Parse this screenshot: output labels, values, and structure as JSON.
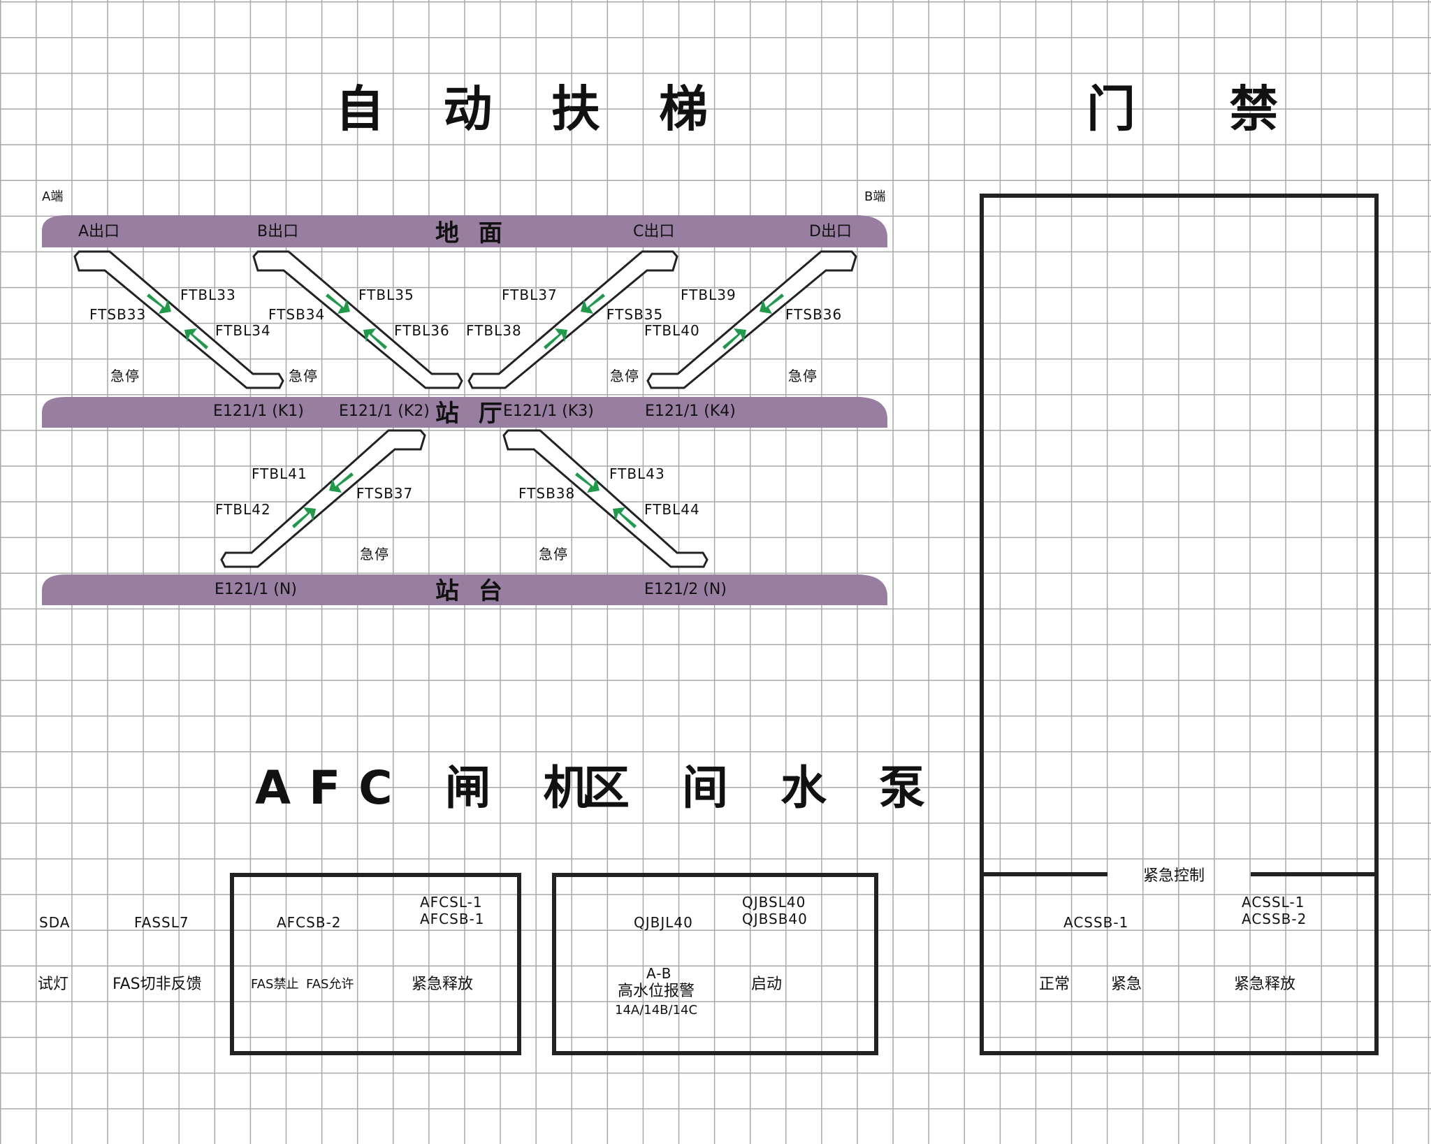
{
  "sections": {
    "escalator_title": "自 动 扶 梯",
    "access_title": "门 禁",
    "afc_title": "AFC 闸 机",
    "pump_title": "区 间 水 泵"
  },
  "ends": {
    "a": "A端",
    "b": "B端"
  },
  "bands": {
    "ground": "地 面",
    "hall": "站 厅",
    "platform": "站 台"
  },
  "exits": [
    "A出口",
    "B出口",
    "C出口",
    "D出口"
  ],
  "hall_escalators": [
    {
      "id": "E121/1 (K1)",
      "bl_up": "FTBL33",
      "sb": "FTSB33",
      "bl_down": "FTBL34",
      "stop": "急停"
    },
    {
      "id": "E121/1 (K2)",
      "bl_up": "FTBL35",
      "sb": "FTSB34",
      "bl_down": "FTBL36",
      "stop": "急停"
    },
    {
      "id": "E121/1 (K3)",
      "bl_up": "FTBL37",
      "sb": "FTSB35",
      "bl_down": "FTBL38",
      "stop": "急停"
    },
    {
      "id": "E121/1 (K4)",
      "bl_up": "FTBL39",
      "sb": "FTSB36",
      "bl_down": "FTBL40",
      "stop": "急停"
    }
  ],
  "platform_escalators": [
    {
      "id": "E121/1 (N)",
      "bl_up": "FTBL41",
      "sb": "FTSB37",
      "bl_down": "FTBL42",
      "stop": "急停"
    },
    {
      "id": "E121/2 (N)",
      "bl_up": "FTBL43",
      "sb": "FTSB38",
      "bl_down": "FTBL44",
      "stop": "急停"
    }
  ],
  "fas": {
    "sda": "SDA",
    "fassl": "FASSL7",
    "lamp_test": "试灯",
    "feedback": "FAS切非反馈"
  },
  "afc": {
    "sb2": "AFCSB-2",
    "sl1": "AFCSL-1",
    "sb1": "AFCSB-1",
    "forbid": "FAS禁止",
    "allow": "FAS允许",
    "release": "紧急释放"
  },
  "pump": {
    "jl": "QJBJL40",
    "bsl": "QJBSL40",
    "bsb": "QJBSB40",
    "ab": "A-B",
    "alarm": "高水位报警",
    "codes": "14A/14B/14C",
    "start": "启动"
  },
  "access": {
    "emergency_control": "紧急控制",
    "sb1": "ACSSB-1",
    "sl1": "ACSSL-1",
    "sb2": "ACSSB-2",
    "normal": "正常",
    "emergency": "紧急",
    "release": "紧急释放"
  },
  "colors": {
    "band": "#987ea0",
    "arrow": "#1e9a4a",
    "grid": "#a8a8a8"
  }
}
